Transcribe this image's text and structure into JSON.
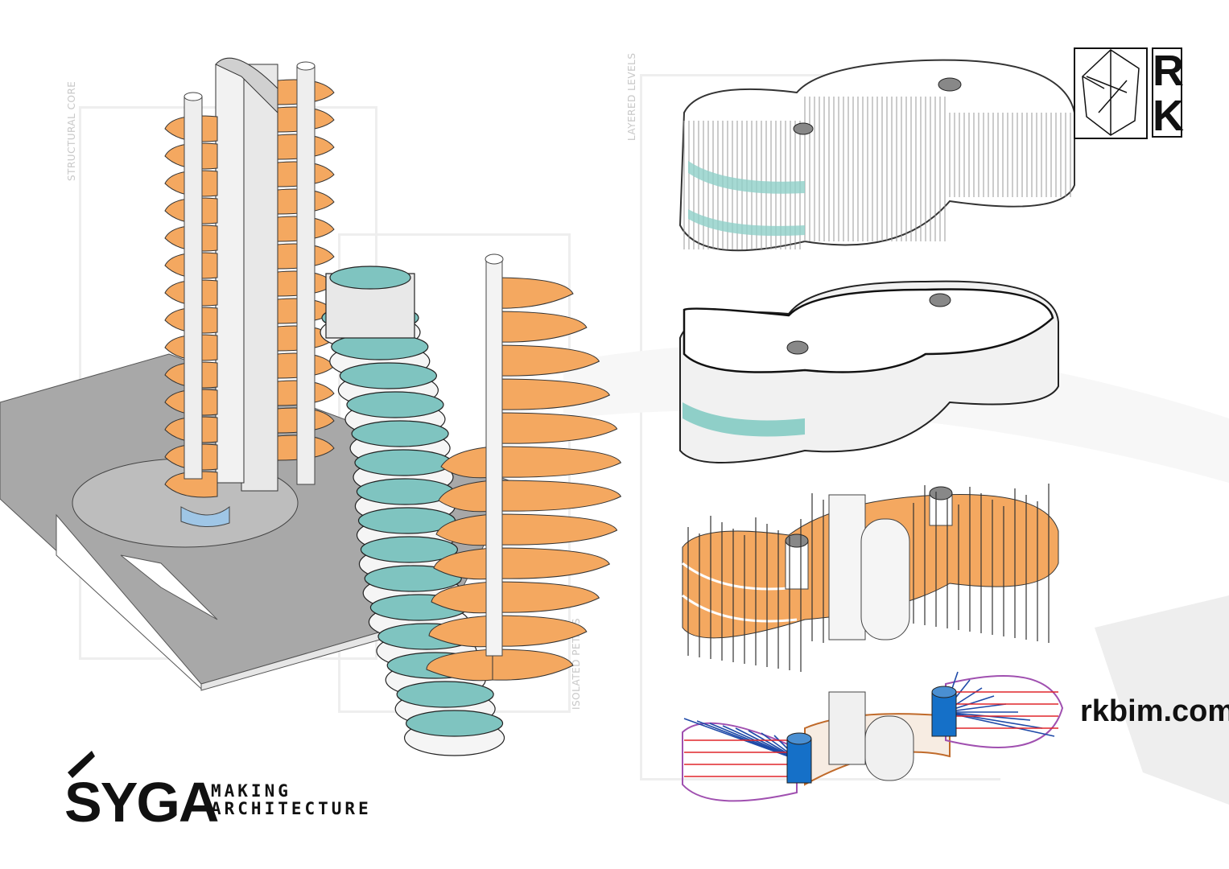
{
  "labels": {
    "structural_core": "STRUCTURAL CORE",
    "isolated_petals": "ISOLATED PETALS",
    "layered_levels": "LAYERED LEVELS"
  },
  "brand": {
    "logo_text": "SYGA",
    "tagline_line1": "MAKING",
    "tagline_line2": "ARCHITECTURE"
  },
  "rk_logo": {
    "letters_line1": "R",
    "letters_line2": "K"
  },
  "website": "rkbim.com",
  "colors": {
    "orange": "#f4a860",
    "teal": "#7fc4c0",
    "gray": "#b5b5b5",
    "blue": "#1f4aa8",
    "red": "#e0262b"
  }
}
